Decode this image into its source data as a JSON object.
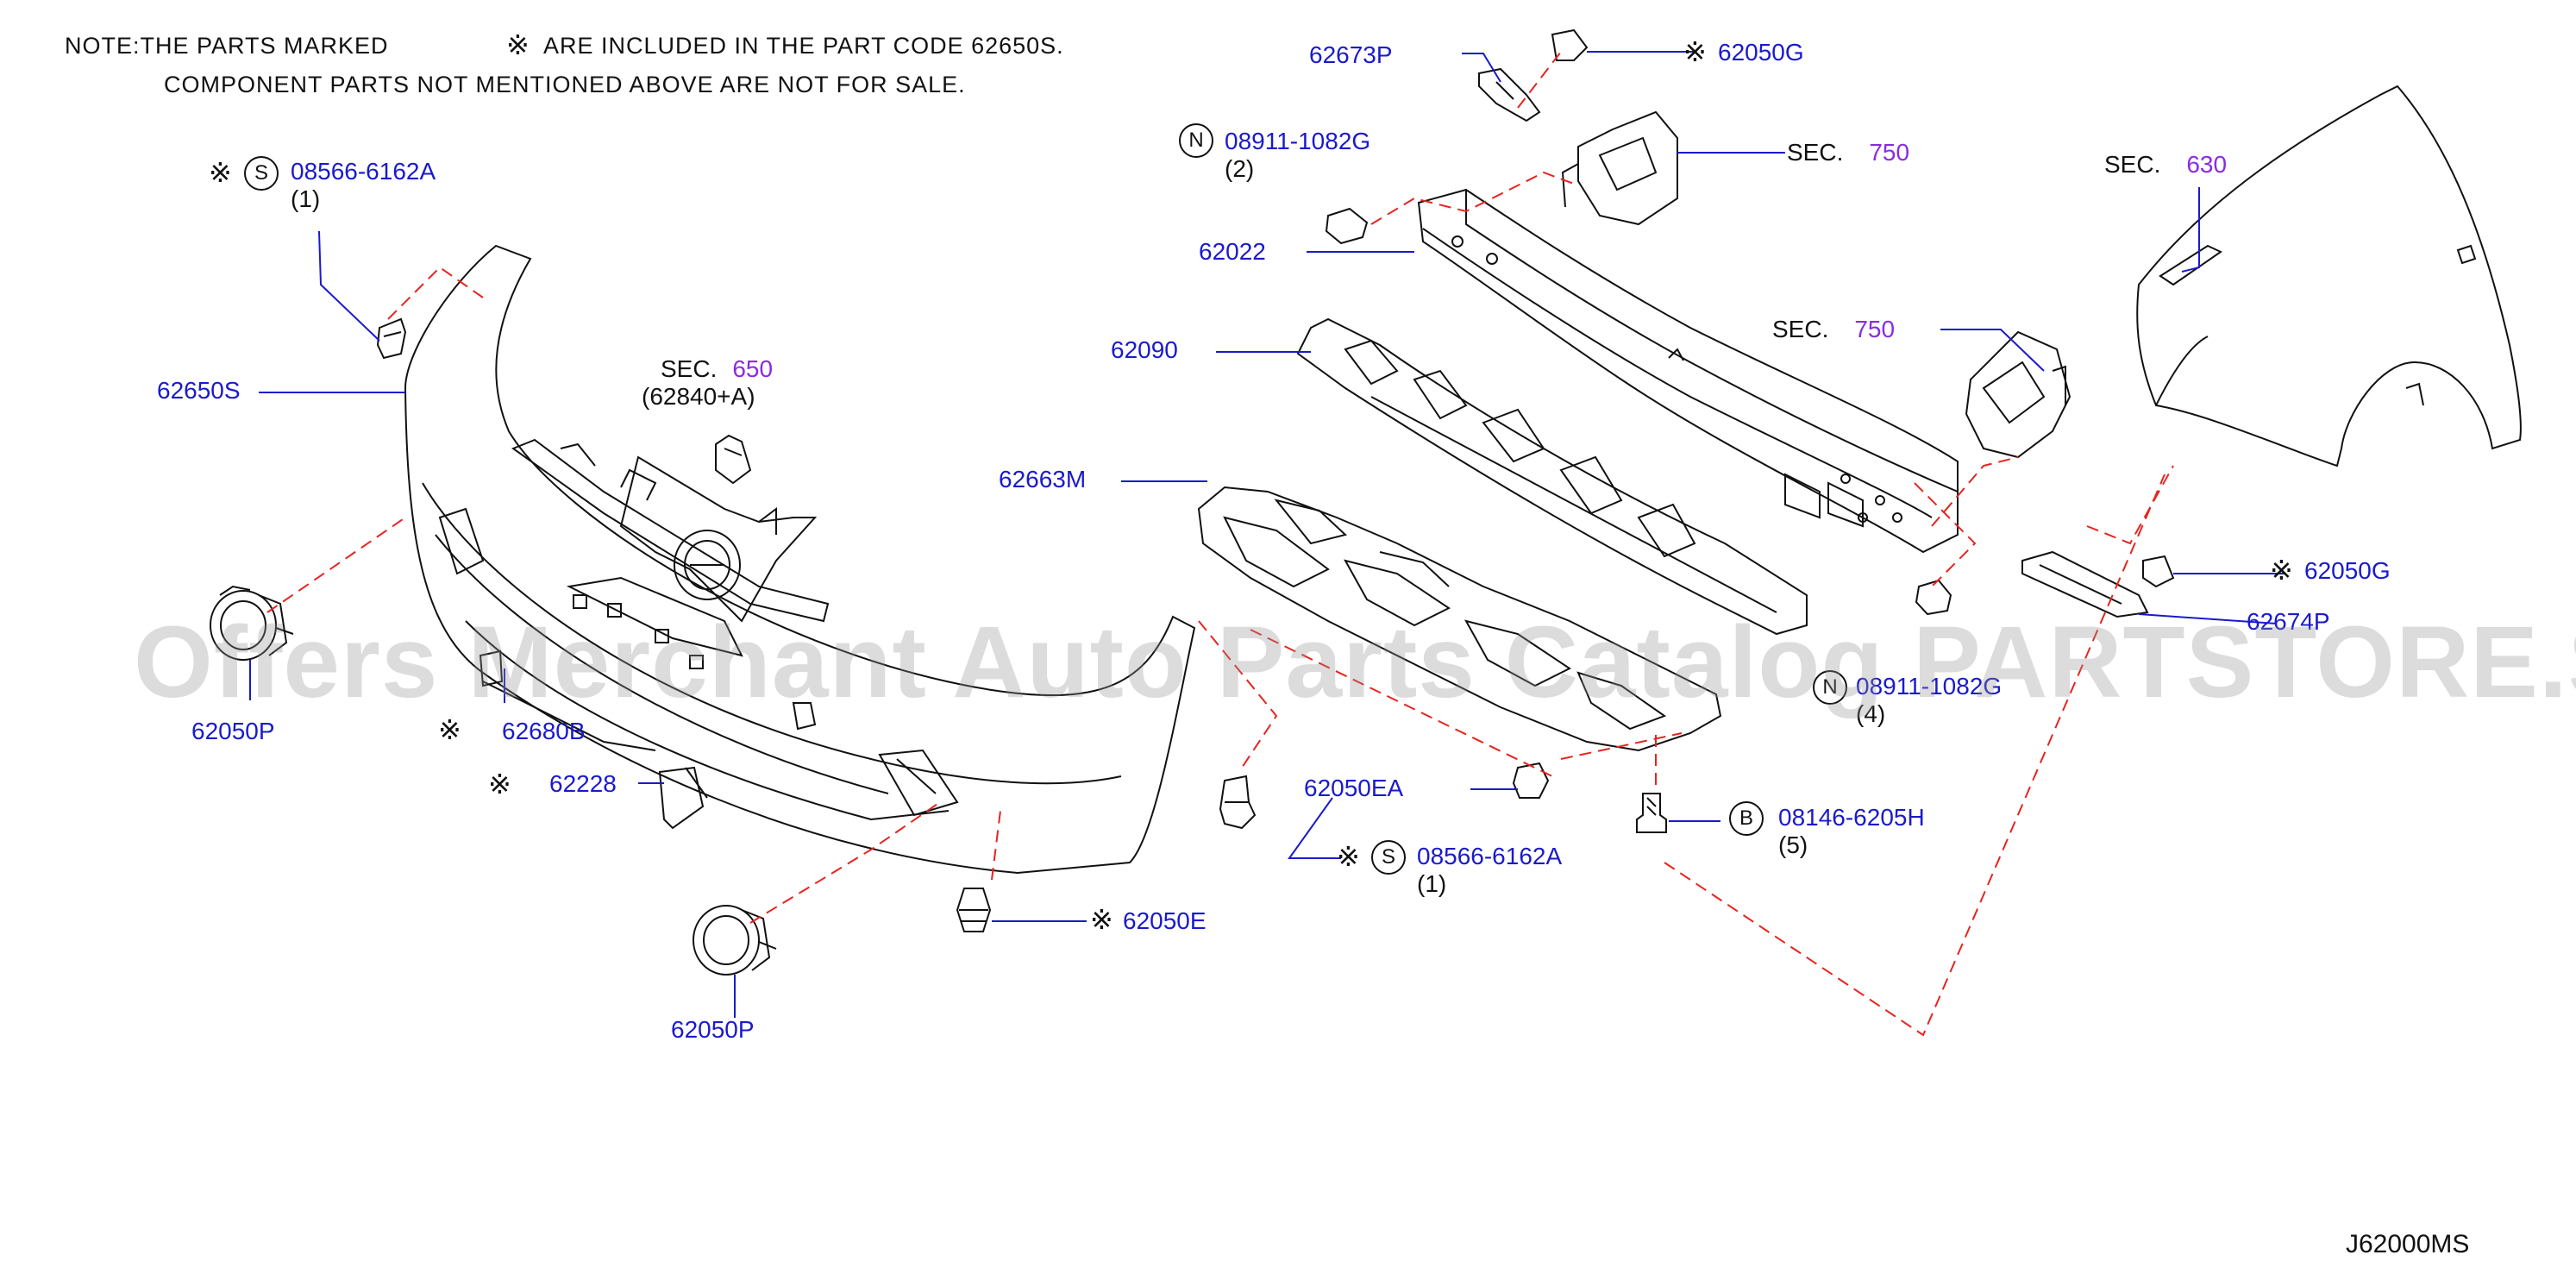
{
  "note": {
    "line1_a": "NOTE:THE  PARTS  MARKED",
    "line1_b": "ARE  INCLUDED  IN  THE  PART  CODE  62650S.",
    "line2": "COMPONENT  PARTS  NOT  MENTIONED  ABOVE  ARE  NOT  FOR  SALE.",
    "mark_symbol": "※"
  },
  "labels": {
    "p62650S": "62650S",
    "p08566_top": "08566-6162A",
    "p08566_top_qty": "(1)",
    "sec650": "SEC.",
    "sec650_num": "650",
    "sec650_sub": "(62840+A)",
    "p62050P_left": "62050P",
    "p62680B": "62680B",
    "p62228": "62228",
    "p62050P_bottom": "62050P",
    "p62050E": "62050E",
    "p62673P": "62673P",
    "p62050G_top": "62050G",
    "p08911_top": "08911-1082G",
    "p08911_top_qty": "(2)",
    "sec750_top": "SEC.",
    "sec750_top_num": "750",
    "p62022": "62022",
    "p62090": "62090",
    "sec750_mid": "SEC.",
    "sec750_mid_num": "750",
    "p62663M": "62663M",
    "sec630": "SEC.",
    "sec630_num": "630",
    "p62050G_right": "62050G",
    "p62674P": "62674P",
    "p08911_bottom": "08911-1082G",
    "p08911_bottom_qty": "(4)",
    "p62050EA": "62050EA",
    "p08566_bottom": "08566-6162A",
    "p08566_bottom_qty": "(1)",
    "p08146": "08146-6205H",
    "p08146_qty": "(5)",
    "circle_S": "S",
    "circle_N": "N",
    "circle_B": "B"
  },
  "watermark": "Offers Merchant Auto Parts Catalog PARTSTORE.SA",
  "diagram_code": "J62000MS",
  "colors": {
    "part_number": "#1a1acc",
    "section_number": "#8a2be2",
    "dashed_line": "#e8231f",
    "leader_line": "#1a1acc"
  }
}
